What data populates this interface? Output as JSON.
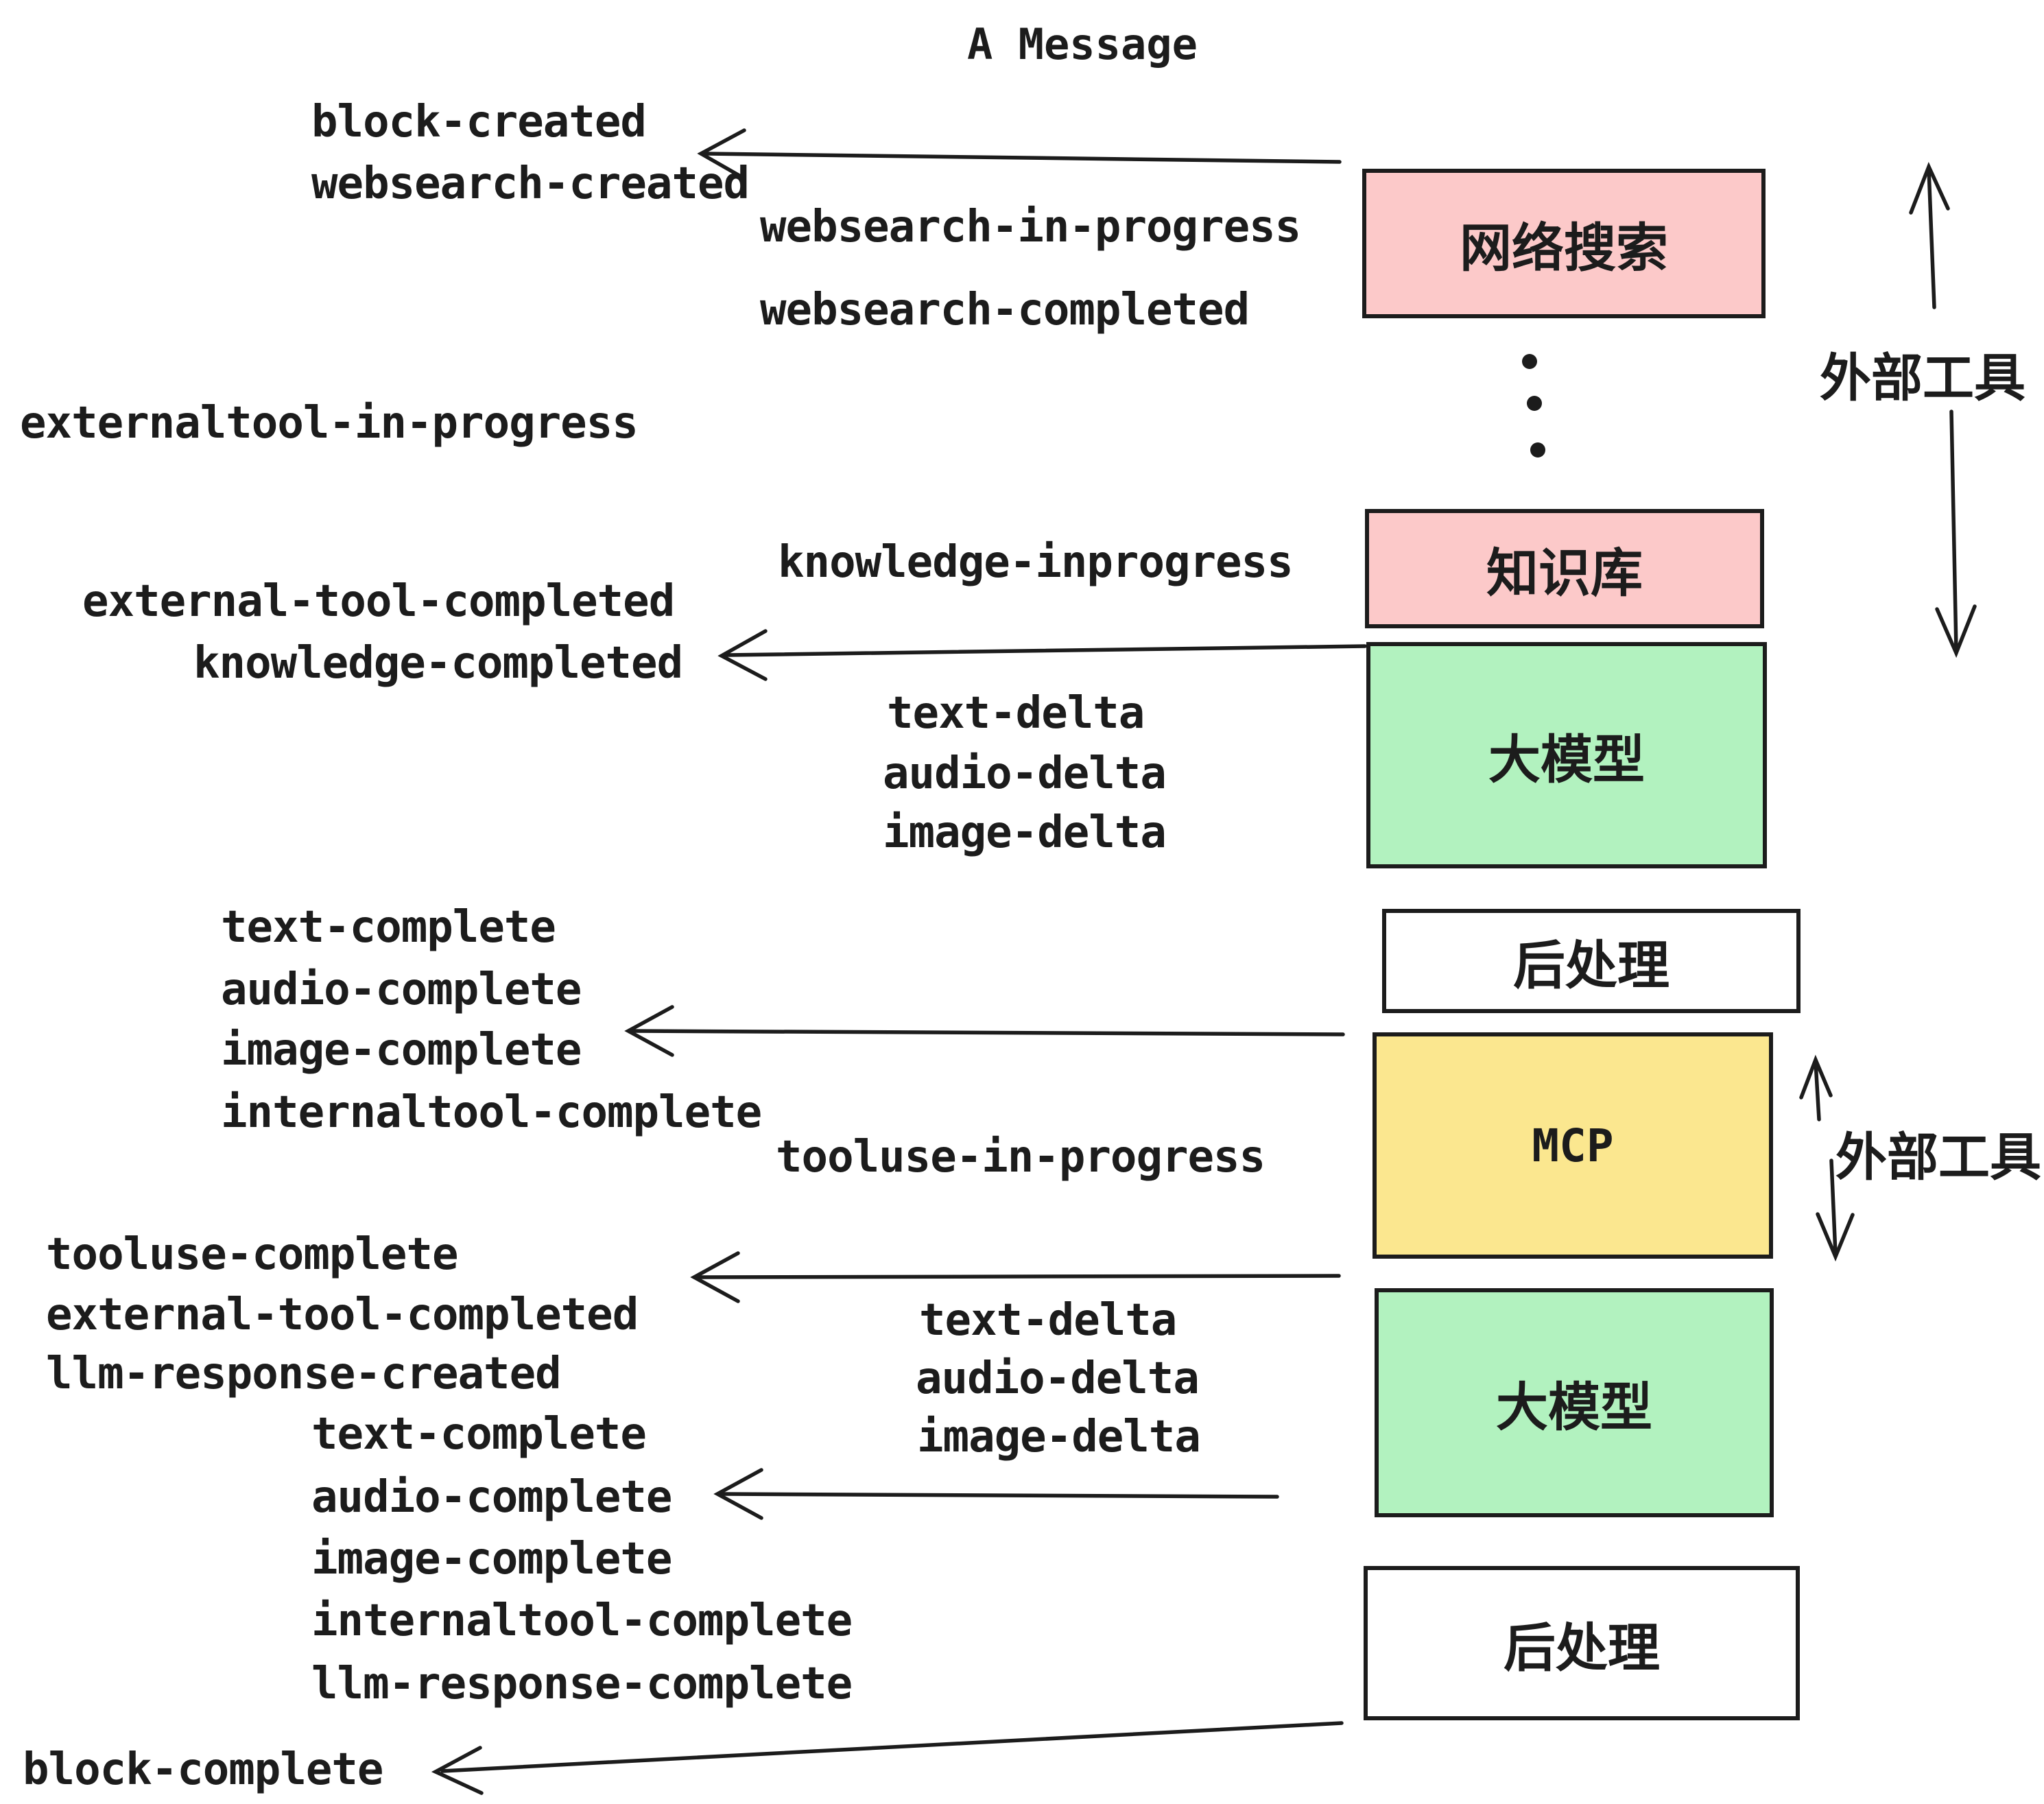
{
  "title": "A Message",
  "colors": {
    "box_pink": "#fcc9c9",
    "box_green": "#b2f2bf",
    "box_yellow": "#fbe78f",
    "box_white": "#ffffff",
    "ink": "#1c1c1c"
  },
  "boxes": {
    "websearch": "网络搜索",
    "knowledge": "知识库",
    "llm_top": "大模型",
    "post_top": "后处理",
    "mcp": "MCP",
    "llm_bottom": "大模型",
    "post_bottom": "后处理"
  },
  "side_labels": {
    "external_tools_top": "外部工具",
    "external_tools_bottom": "外部工具"
  },
  "events": {
    "block_created": "block-created",
    "websearch_created": "websearch-created",
    "websearch_in_progress": "websearch-in-progress",
    "websearch_completed": "websearch-completed",
    "externaltool_in_progress": "externaltool-in-progress",
    "knowledge_inprogress": "knowledge-inprogress",
    "external_tool_completed": "external-tool-completed",
    "knowledge_completed": "knowledge-completed",
    "text_delta": "text-delta",
    "audio_delta": "audio-delta",
    "image_delta": "image-delta",
    "text_complete": "text-complete",
    "audio_complete": "audio-complete",
    "image_complete": "image-complete",
    "internaltool_complete": "internaltool-complete",
    "tooluse_in_progress": "tooluse-in-progress",
    "tooluse_complete": "tooluse-complete",
    "llm_response_created": "llm-response-created",
    "llm_response_complete": "llm-response-complete",
    "block_complete": "block-complete"
  }
}
